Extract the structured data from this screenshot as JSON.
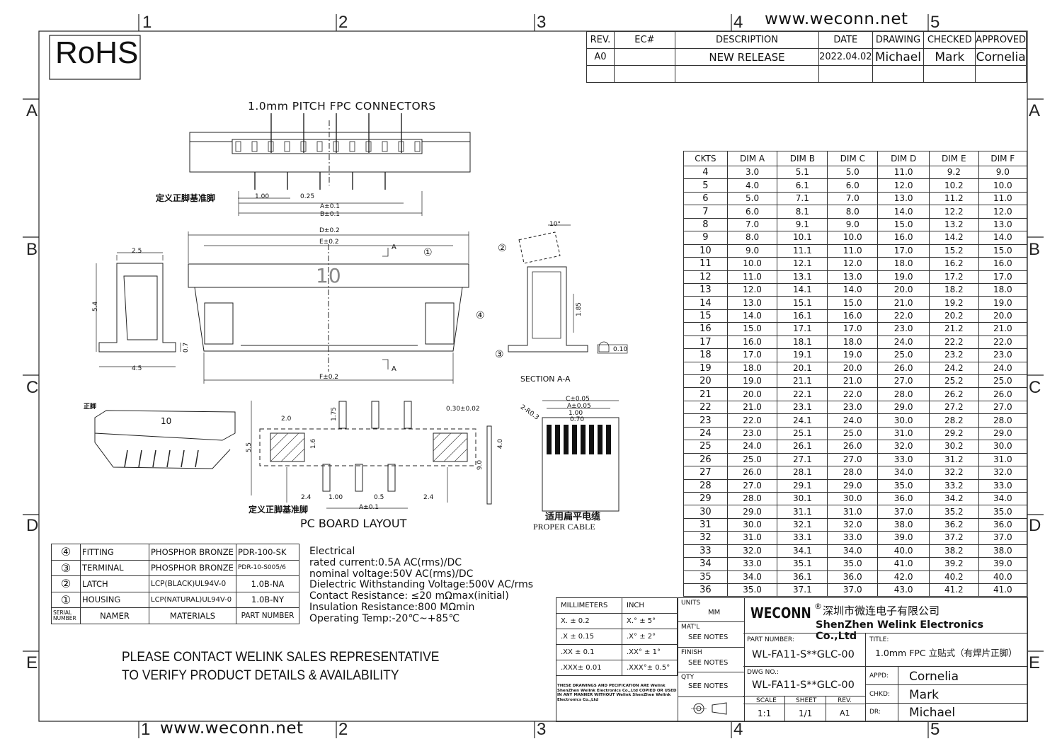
{
  "header": {
    "rohs": "RoHS",
    "url_top": "www.weconn.net",
    "url_bottom": "www.weconn.net",
    "zone_cols": [
      "1",
      "2",
      "3",
      "4",
      "5"
    ],
    "zone_rows": [
      "A",
      "B",
      "C",
      "D",
      "E"
    ]
  },
  "revision_table": {
    "headers": [
      "REV.",
      "EC#",
      "DESCRIPTION",
      "DATE",
      "DRAWING",
      "CHECKED",
      "APPROVED"
    ],
    "row": [
      "A0",
      "",
      "NEW RELEASE",
      "2022.04.02",
      "Michael",
      "Mark",
      "Cornelia"
    ]
  },
  "drawing_title": "1.0mm  PITCH  FPC  CONNECTORS",
  "views": {
    "datum_pin_label": "定义正脚基准脚",
    "datum_pin_label_2": "定义正脚基准脚",
    "front_dims": {
      "pitch": "1.00",
      "pin_w": "0.25",
      "a": "A±0.1",
      "b": "B±0.1"
    },
    "top_dims": {
      "d": "D±0.2",
      "e": "E±0.2",
      "f": "F±0.2",
      "a": "A",
      "ckt": "10"
    },
    "side_dims": {
      "w": "2.5",
      "h": "5.4",
      "base": "4.5",
      "t": "0.7"
    },
    "section": {
      "label": "SECTION  A-A",
      "angle": "10°",
      "h": "1.85",
      "flat": "0.10"
    },
    "callouts": [
      "①",
      "②",
      "③",
      "④"
    ],
    "iso_label": "正脚",
    "iso_ckt": "10",
    "layout_dims": {
      "w": "2.0",
      "h1": "1.75",
      "h2": "1.6",
      "h3": "5.5",
      "l": "2.4",
      "p": "1.00",
      "s": "0.5",
      "a": "A±0.1",
      "r": "2.4"
    },
    "cable_dims": {
      "t": "0.30±0.02",
      "h": "4.0",
      "l": "9.0",
      "c": "C±0.05",
      "a": "A±0.05",
      "p": "1.00",
      "w": "0.70",
      "r": "2-R0.3"
    },
    "layout_title": "PC BOARD LAYOUT",
    "cable_cn": "适用扁平电缆",
    "cable_en": "PROPER  CABLE"
  },
  "dimension_table": {
    "headers": [
      "CKTS",
      "DIM A",
      "DIM B",
      "DIM C",
      "DIM D",
      "DIM E",
      "DIM F"
    ],
    "rows": [
      [
        "4",
        "3.0",
        "5.1",
        "5.0",
        "11.0",
        "9.2",
        "9.0"
      ],
      [
        "5",
        "4.0",
        "6.1",
        "6.0",
        "12.0",
        "10.2",
        "10.0"
      ],
      [
        "6",
        "5.0",
        "7.1",
        "7.0",
        "13.0",
        "11.2",
        "11.0"
      ],
      [
        "7",
        "6.0",
        "8.1",
        "8.0",
        "14.0",
        "12.2",
        "12.0"
      ],
      [
        "8",
        "7.0",
        "9.1",
        "9.0",
        "15.0",
        "13.2",
        "13.0"
      ],
      [
        "9",
        "8.0",
        "10.1",
        "10.0",
        "16.0",
        "14.2",
        "14.0"
      ],
      [
        "10",
        "9.0",
        "11.1",
        "11.0",
        "17.0",
        "15.2",
        "15.0"
      ],
      [
        "11",
        "10.0",
        "12.1",
        "12.0",
        "18.0",
        "16.2",
        "16.0"
      ],
      [
        "12",
        "11.0",
        "13.1",
        "13.0",
        "19.0",
        "17.2",
        "17.0"
      ],
      [
        "13",
        "12.0",
        "14.1",
        "14.0",
        "20.0",
        "18.2",
        "18.0"
      ],
      [
        "14",
        "13.0",
        "15.1",
        "15.0",
        "21.0",
        "19.2",
        "19.0"
      ],
      [
        "15",
        "14.0",
        "16.1",
        "16.0",
        "22.0",
        "20.2",
        "20.0"
      ],
      [
        "16",
        "15.0",
        "17.1",
        "17.0",
        "23.0",
        "21.2",
        "21.0"
      ],
      [
        "17",
        "16.0",
        "18.1",
        "18.0",
        "24.0",
        "22.2",
        "22.0"
      ],
      [
        "18",
        "17.0",
        "19.1",
        "19.0",
        "25.0",
        "23.2",
        "23.0"
      ],
      [
        "19",
        "18.0",
        "20.1",
        "20.0",
        "26.0",
        "24.2",
        "24.0"
      ],
      [
        "20",
        "19.0",
        "21.1",
        "21.0",
        "27.0",
        "25.2",
        "25.0"
      ],
      [
        "21",
        "20.0",
        "22.1",
        "22.0",
        "28.0",
        "26.2",
        "26.0"
      ],
      [
        "22",
        "21.0",
        "23.1",
        "23.0",
        "29.0",
        "27.2",
        "27.0"
      ],
      [
        "23",
        "22.0",
        "24.1",
        "24.0",
        "30.0",
        "28.2",
        "28.0"
      ],
      [
        "24",
        "23.0",
        "25.1",
        "25.0",
        "31.0",
        "29.2",
        "29.0"
      ],
      [
        "25",
        "24.0",
        "26.1",
        "26.0",
        "32.0",
        "30.2",
        "30.0"
      ],
      [
        "26",
        "25.0",
        "27.1",
        "27.0",
        "33.0",
        "31.2",
        "31.0"
      ],
      [
        "27",
        "26.0",
        "28.1",
        "28.0",
        "34.0",
        "32.2",
        "32.0"
      ],
      [
        "28",
        "27.0",
        "29.1",
        "29.0",
        "35.0",
        "33.2",
        "33.0"
      ],
      [
        "29",
        "28.0",
        "30.1",
        "30.0",
        "36.0",
        "34.2",
        "34.0"
      ],
      [
        "30",
        "29.0",
        "31.1",
        "31.0",
        "37.0",
        "35.2",
        "35.0"
      ],
      [
        "31",
        "30.0",
        "32.1",
        "32.0",
        "38.0",
        "36.2",
        "36.0"
      ],
      [
        "32",
        "31.0",
        "33.1",
        "33.0",
        "39.0",
        "37.2",
        "37.0"
      ],
      [
        "33",
        "32.0",
        "34.1",
        "34.0",
        "40.0",
        "38.2",
        "38.0"
      ],
      [
        "34",
        "33.0",
        "35.1",
        "35.0",
        "41.0",
        "39.2",
        "39.0"
      ],
      [
        "35",
        "34.0",
        "36.1",
        "36.0",
        "42.0",
        "40.2",
        "40.0"
      ],
      [
        "36",
        "35.0",
        "37.1",
        "37.0",
        "43.0",
        "41.2",
        "41.0"
      ]
    ]
  },
  "bom": {
    "rows": [
      [
        "④",
        "FITTING",
        "PHOSPHOR BRONZE",
        "PDR-100-SK"
      ],
      [
        "③",
        "TERMINAL",
        "PHOSPHOR BRONZE",
        "PDR-10-S005/6"
      ],
      [
        "②",
        "LATCH",
        "LCP(BLACK)UL94V-0",
        "1.0B-NA"
      ],
      [
        "①",
        "HOUSING",
        "LCP(NATURAL)UL94V-0",
        "1.0B-NY"
      ]
    ],
    "footer": [
      "SERIAL NUMBER",
      "NAMER",
      "MATERIALS",
      "PART NUMBER"
    ]
  },
  "electrical": [
    "Electrical",
    "rated current:0.5A AC(rms)/DC",
    "nominal voltage:50V AC(rms)/DC",
    "Dielectric Withstanding Voltage:500V AC/rms",
    "Contact Resistance: ≤20 mΩmax(initial)",
    "Insulation Resistance:800 MΩmin",
    "Operating Temp:-20℃~+85℃"
  ],
  "notice": [
    "PLEASE CONTACT WELINK SALES REPRESENTATIVE",
    "TO VERIFY PRODUCT DETAILS & AVAILABILITY"
  ],
  "title_block": {
    "tol_headers": [
      "MILLIMETERS",
      "INCH"
    ],
    "tol_rows": [
      [
        "X.  ±  0.2",
        "X.°  ±  5°"
      ],
      [
        ".X  ±  0.15",
        ".X°  ±  2°"
      ],
      [
        ".XX  ±  0.1",
        ".XX°  ±  1°"
      ],
      [
        ".XXX±  0.01",
        ".XXX°±  0.5°"
      ]
    ],
    "units_label": "UNITS",
    "units": "MM",
    "matl_label": "MAT'L",
    "matl": "SEE NOTES",
    "finish_label": "FINISH",
    "finish": "SEE NOTES",
    "qty_label": "QTY",
    "qty": "SEE NOTES",
    "disclaimer": "THESE DRAWINGS AND PECIFICATION  ARE Welink ShenZhen Welink Electronics Co.,Ltd COPIED OR USED IN ANY MANNER WITHOUT Welink ShenZhen Welink Electronics Co.,Ltd",
    "brand": "WECONN",
    "company_cn": "深圳市微连电子有限公司",
    "company_en": "ShenZhen Welink Electronics Co.,Ltd",
    "part_number_label": "PART NUMBER:",
    "part_number": "WL-FA11-S**GLC-00",
    "title_label": "TITLE:",
    "title": "1.0mm FPC 立贴式（有焊片正脚）",
    "dwg_no_label": "DWG NO.:",
    "dwg_no": "WL-FA11-S**GLC-00",
    "scale_label": "SCALE",
    "scale": "1:1",
    "sheet_label": "SHEET",
    "sheet": "1/1",
    "rev_label": "REV.",
    "rev": "A1",
    "appd_label": "APPD:",
    "appd": "Cornelia",
    "chkd_label": "CHKD:",
    "chkd": "Mark",
    "dr_label": "DR:",
    "dr": "Michael"
  }
}
